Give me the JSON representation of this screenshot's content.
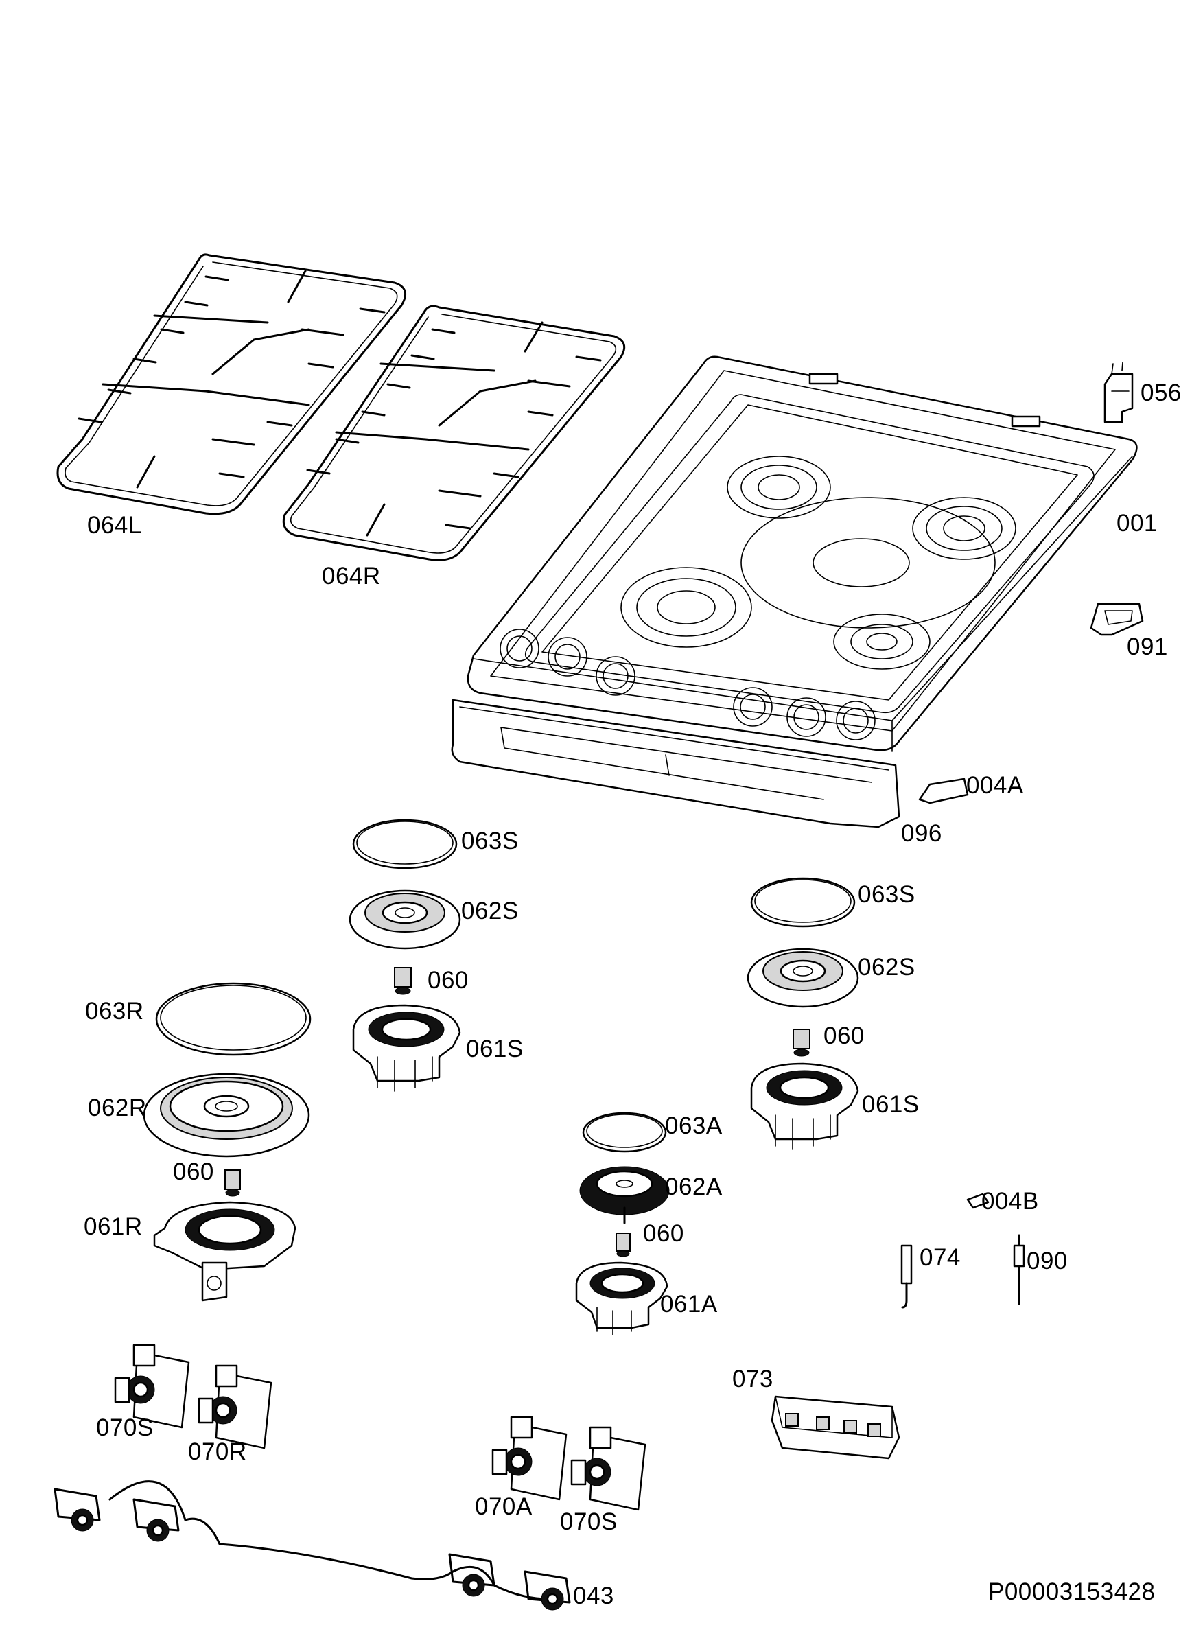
{
  "diagram": {
    "reference": "P00003153428",
    "parts": {
      "p056": "056",
      "p001": "001",
      "p091": "091",
      "p004A": "004A",
      "p096": "096",
      "p064L": "064L",
      "p064R": "064R",
      "p063S_left": "063S",
      "p062S_left": "062S",
      "p060_a": "060",
      "p061S_left": "061S",
      "p063S_right": "063S",
      "p062S_right": "062S",
      "p060_b": "060",
      "p061S_right": "061S",
      "p063R": "063R",
      "p062R": "062R",
      "p060_c": "060",
      "p061R": "061R",
      "p063A": "063A",
      "p062A": "062A",
      "p060_d": "060",
      "p061A": "061A",
      "p004B": "004B",
      "p074": "074",
      "p090": "090",
      "p073": "073",
      "p070S_left": "070S",
      "p070R": "070R",
      "p070A": "070A",
      "p070S_right": "070S",
      "p043": "043"
    }
  }
}
